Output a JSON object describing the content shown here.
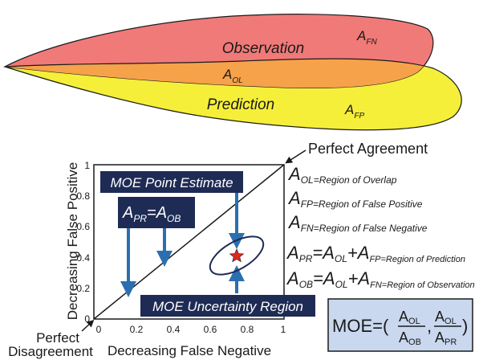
{
  "blobs": {
    "observation_label": "Observation",
    "overlap_label_main": "A",
    "overlap_label_sub": "OL",
    "prediction_label": "Prediction",
    "fn_label_main": "A",
    "fn_label_sub": "FN",
    "fp_label_main": "A",
    "fp_label_sub": "FP",
    "colors": {
      "observation": "#f07a78",
      "prediction": "#f5ef3a",
      "overlap": "#f5a24a",
      "outline": "#1a1a1a"
    }
  },
  "plot": {
    "ylabel": "Decreasing False Positive",
    "xlabel": "Decreasing False Negative",
    "x_ticks": [
      "0",
      "0.2",
      "0.4",
      "0.6",
      "0.8",
      "1"
    ],
    "y_ticks": [
      "0",
      "0.2",
      "0.4",
      "0.6",
      "0.8",
      "1"
    ],
    "perfect_agreement": "Perfect Agreement",
    "perfect_disagreement_line1": "Perfect",
    "perfect_disagreement_line2": "Disagreement",
    "point_estimate_box": "MOE Point Estimate",
    "apr_aob_box": "A",
    "uncertainty_box": "MOE Uncertainty Region",
    "box_fill": "#1e2b55",
    "arrow_color": "#2b6fb0",
    "star_color": "#e0281f"
  },
  "definitions": [
    {
      "main": "A",
      "sub": "OL=Region of Overlap"
    },
    {
      "main": "A",
      "sub": "FP=Region of False Positive"
    },
    {
      "main": "A",
      "sub": "FN=Region of False Negative"
    },
    {
      "main": "A",
      "sub": "PR",
      "mid": "=A",
      "sub2": "OL",
      "mid2": "+A",
      "sub3": "FP=Region of Prediction"
    },
    {
      "main": "A",
      "sub": "OB",
      "mid": "=A",
      "sub2": "OL",
      "mid2": "+A",
      "sub3": "FN=Region of Observation"
    }
  ],
  "formula": {
    "lhs": "MOE=(",
    "num1": "A",
    "num1_sub": "OL",
    "den1": "A",
    "den1_sub": "OB",
    "comma": ",",
    "num2": "A",
    "num2_sub": "OL",
    "den2": "A",
    "den2_sub": "PR",
    "rhs": ")",
    "box_fill": "#c9d8ef"
  }
}
